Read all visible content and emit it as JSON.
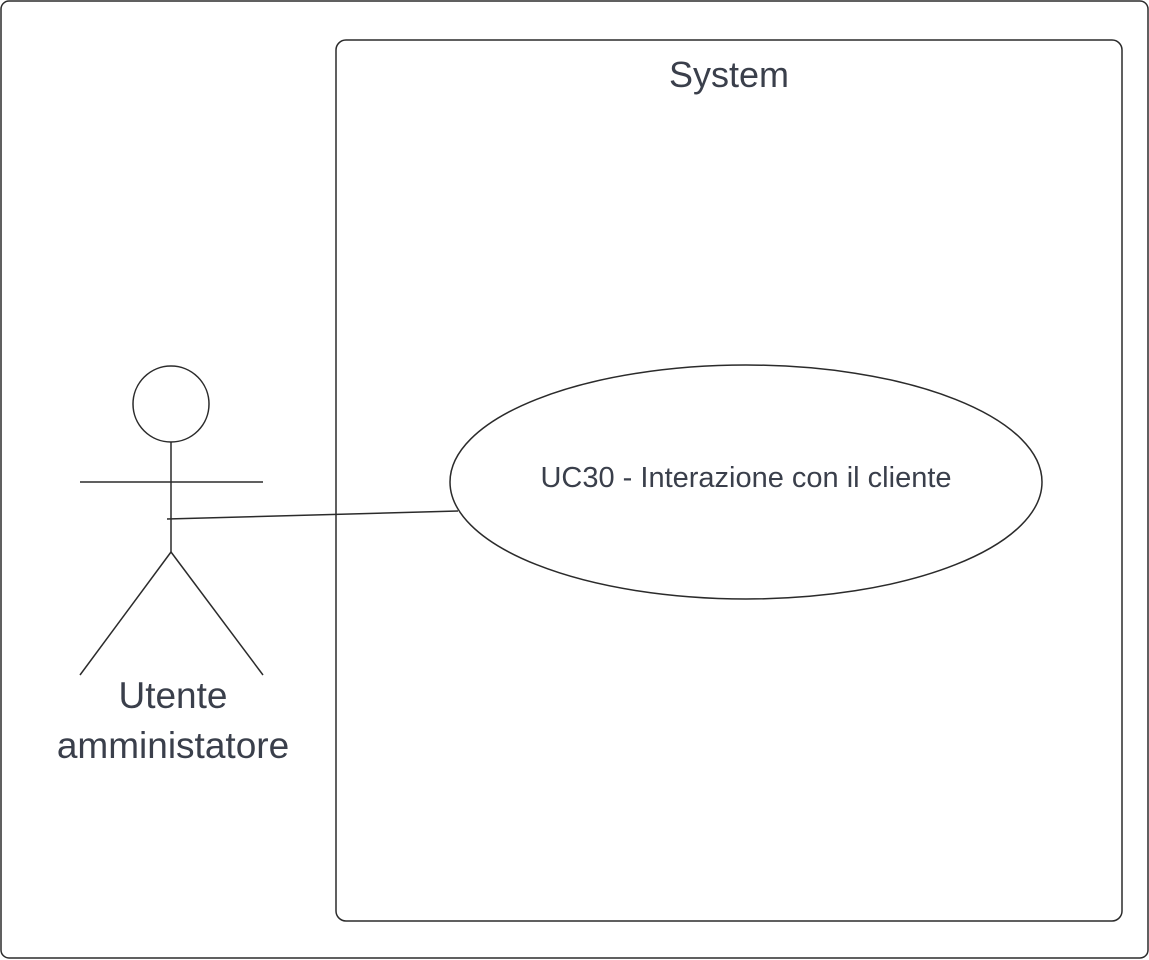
{
  "diagram": {
    "type": "uml-use-case",
    "system": {
      "title": "System"
    },
    "actor": {
      "label_line1": "Utente",
      "label_line2": "amministatore"
    },
    "use_case": {
      "label": "UC30 - Interazione con il cliente"
    },
    "colors": {
      "stroke": "#2b2b2b",
      "text": "#3a3f4b",
      "background": "#ffffff"
    }
  }
}
